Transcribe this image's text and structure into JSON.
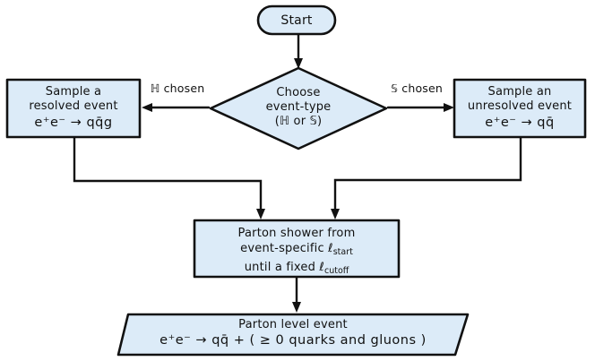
{
  "colors": {
    "node_fill": "#dcebf8",
    "stroke": "#111111",
    "text": "#111111",
    "background": "#ffffff"
  },
  "nodes": {
    "start": {
      "label": "Start"
    },
    "decision": {
      "line1": "Choose",
      "line2": "event-type",
      "line3": "(ℍ or 𝕊)"
    },
    "resolved": {
      "line1": "Sample a",
      "line2": "resolved event",
      "formula": "e⁺e⁻ → qq̄g"
    },
    "unresolved": {
      "line1": "Sample an",
      "line2": "unresolved event",
      "formula": "e⁺e⁻ → qq̄"
    },
    "shower": {
      "line1": "Parton shower from",
      "line2_text": "event-specific ℓ",
      "line2_sub": "start",
      "line3_text": "until a fixed ℓ",
      "line3_sub": "cutoff"
    },
    "output": {
      "line1": "Parton level event",
      "line2": "e⁺e⁻ → qq̄ + ( ≥ 0 quarks and gluons )"
    }
  },
  "edges": {
    "h_label": "ℍ chosen",
    "s_label": "𝕊 chosen"
  }
}
